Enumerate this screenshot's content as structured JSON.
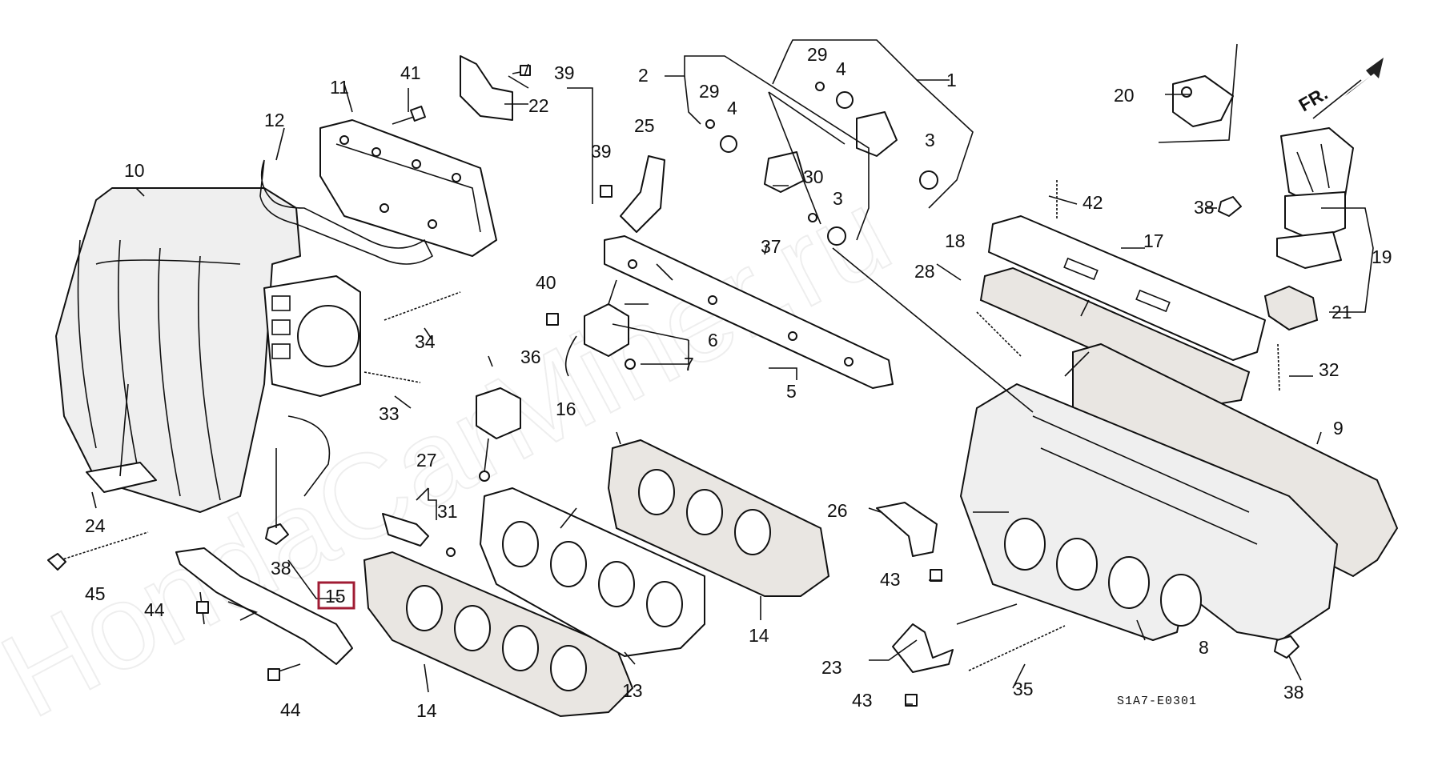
{
  "diagram_code": "S1A7-E0301",
  "watermark": "HondaCarMiner.ru",
  "direction_label": "FR.",
  "highlight_color": "#a01c34",
  "highlighted_part": "15",
  "callouts": {
    "c1": "1",
    "c2": "2",
    "c3a": "3",
    "c3b": "3",
    "c4a": "4",
    "c4b": "4",
    "c5": "5",
    "c6": "6",
    "c7": "7",
    "c8": "8",
    "c9": "9",
    "c10": "10",
    "c11": "11",
    "c12": "12",
    "c13": "13",
    "c14a": "14",
    "c14b": "14",
    "c15": "15",
    "c16": "16",
    "c17": "17",
    "c18": "18",
    "c19": "19",
    "c20": "20",
    "c21": "21",
    "c22": "22",
    "c23": "23",
    "c24": "24",
    "c25": "25",
    "c26": "26",
    "c27": "27",
    "c28": "28",
    "c29a": "29",
    "c29b": "29",
    "c30": "30",
    "c31": "31",
    "c32": "32",
    "c33": "33",
    "c34": "34",
    "c35": "35",
    "c36": "36",
    "c37": "37",
    "c38a": "38",
    "c38b": "38",
    "c38c": "38",
    "c39a": "39",
    "c39b": "39",
    "c40": "40",
    "c41": "41",
    "c42": "42",
    "c43a": "43",
    "c43b": "43",
    "c44a": "44",
    "c44b": "44",
    "c45": "45"
  }
}
